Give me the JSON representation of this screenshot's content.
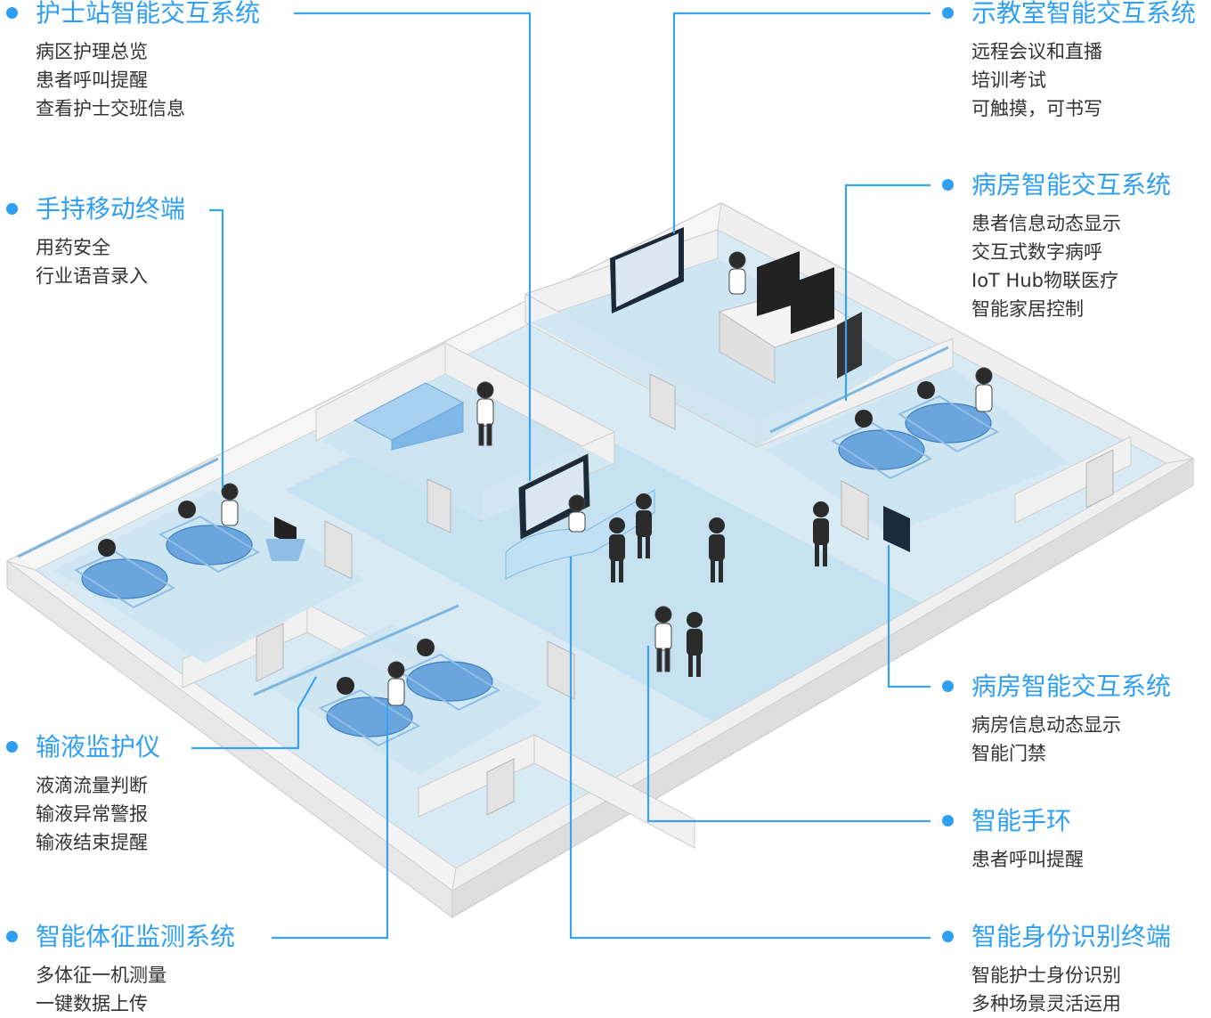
{
  "colors": {
    "accent": "#2f9ff2",
    "leader": "#3aa3f0",
    "text": "#333333",
    "floor": "#cfe6f3",
    "wall": "#f2f2f2"
  },
  "callouts": [
    {
      "id": "nurse-station",
      "title": "护士站智能交互系统",
      "items": [
        "病区护理总览",
        "患者呼叫提醒",
        "查看护士交班信息"
      ]
    },
    {
      "id": "handheld-terminal",
      "title": "手持移动终端",
      "items": [
        "用药安全",
        "行业语音录入"
      ]
    },
    {
      "id": "infusion-monitor",
      "title": "输液监护仪",
      "items": [
        "液滴流量判断",
        "输液异常警报",
        "输液结束提醒"
      ]
    },
    {
      "id": "vital-signs",
      "title": "智能体征监测系统",
      "items": [
        "多体征一机测量",
        "一键数据上传"
      ]
    },
    {
      "id": "demo-classroom",
      "title": "示教室智能交互系统",
      "items": [
        "远程会议和直播",
        "培训考试",
        "可触摸，可书写"
      ]
    },
    {
      "id": "ward-system-1",
      "title": "病房智能交互系统",
      "items": [
        "患者信息动态显示",
        "交互式数字病呼",
        "IoT Hub物联医疗",
        "智能家居控制"
      ]
    },
    {
      "id": "ward-system-2",
      "title": "病房智能交互系统",
      "items": [
        "病房信息动态显示",
        "智能门禁"
      ]
    },
    {
      "id": "smart-bracelet",
      "title": "智能手环",
      "items": [
        "患者呼叫提醒"
      ]
    },
    {
      "id": "identity-terminal",
      "title": "智能身份识别终端",
      "items": [
        "智能护士身份识别",
        "多种场景灵活运用"
      ]
    }
  ]
}
